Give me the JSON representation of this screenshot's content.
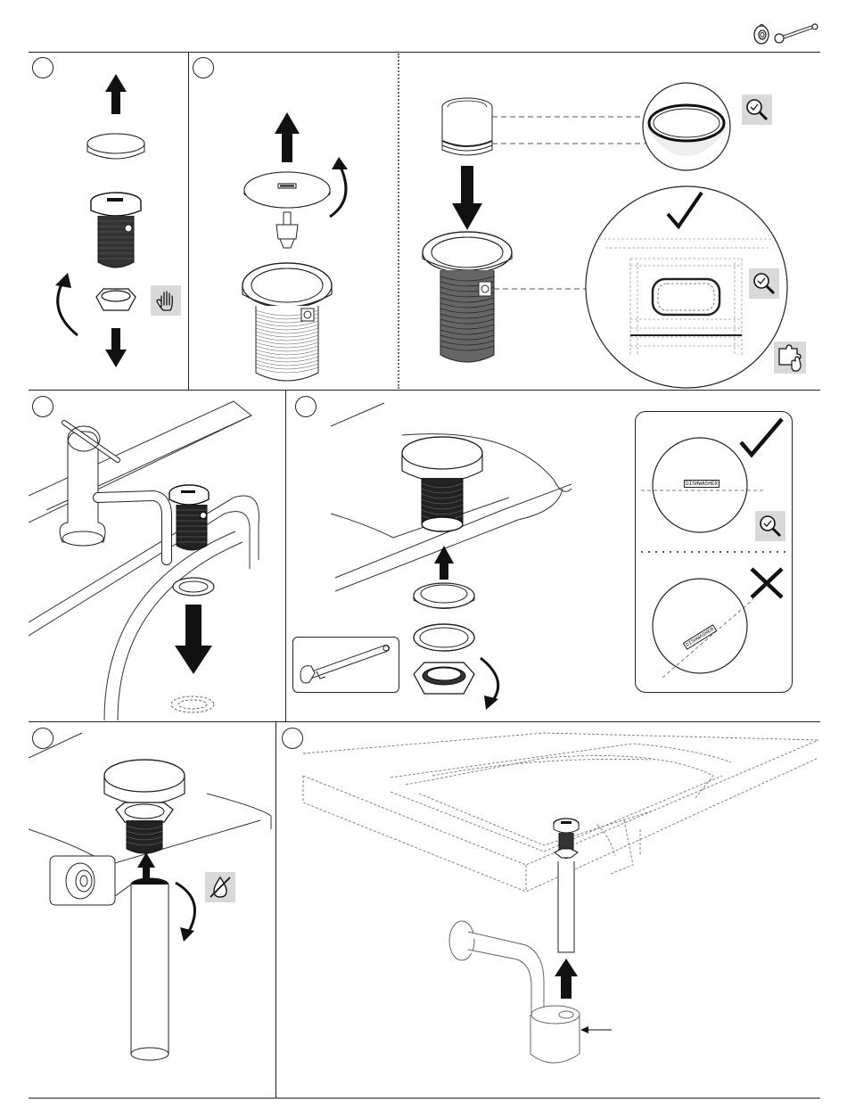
{
  "page": {
    "header_icons": [
      "drain-stopper-icon",
      "wrench-icon"
    ]
  },
  "steps": [
    {
      "id": "step-1",
      "number": ""
    },
    {
      "id": "step-2",
      "number": ""
    },
    {
      "id": "step-3",
      "number": ""
    },
    {
      "id": "step-4",
      "number": ""
    },
    {
      "id": "step-5",
      "number": ""
    },
    {
      "id": "step-6",
      "number": ""
    }
  ],
  "annotations": {
    "label_correct": "DISHWASHER",
    "label_wrong": "DISHWASHER"
  },
  "icons": {
    "hand": "hand-icon",
    "magnifier": "magnifier-check-icon",
    "puzzle": "puzzle-hand-icon",
    "no_sealant": "no-sealant-icon",
    "check": "check-mark-icon",
    "cross": "cross-mark-icon"
  },
  "colors": {
    "line": "#222222",
    "icon_bg": "#d9d9d9",
    "dashed": "#555555"
  }
}
